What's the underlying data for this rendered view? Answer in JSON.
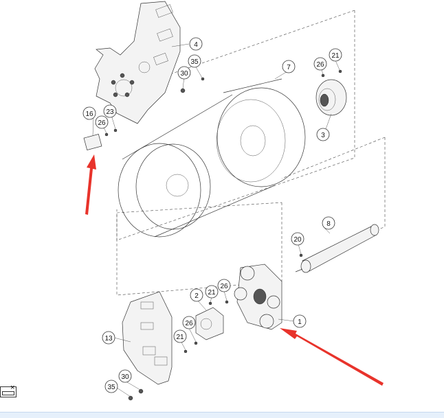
{
  "callouts": [
    {
      "id": "c4",
      "label": "4"
    },
    {
      "id": "c7",
      "label": "7"
    },
    {
      "id": "c21a",
      "label": "21"
    },
    {
      "id": "c26a",
      "label": "26"
    },
    {
      "id": "c35a",
      "label": "35"
    },
    {
      "id": "c30a",
      "label": "30"
    },
    {
      "id": "c16",
      "label": "16"
    },
    {
      "id": "c23",
      "label": "23"
    },
    {
      "id": "c26b",
      "label": "26"
    },
    {
      "id": "c3",
      "label": "3"
    },
    {
      "id": "c8",
      "label": "8"
    },
    {
      "id": "c20",
      "label": "20"
    },
    {
      "id": "c2",
      "label": "2"
    },
    {
      "id": "c21b",
      "label": "21"
    },
    {
      "id": "c26c",
      "label": "26"
    },
    {
      "id": "c1",
      "label": "1"
    },
    {
      "id": "c26d",
      "label": "26"
    },
    {
      "id": "c21c",
      "label": "21"
    },
    {
      "id": "c13",
      "label": "13"
    },
    {
      "id": "c30b",
      "label": "30"
    },
    {
      "id": "c35b",
      "label": "35"
    }
  ],
  "colors": {
    "arrow": "#e8332b",
    "line": "#333333"
  },
  "icons": {
    "window_close": "×"
  }
}
